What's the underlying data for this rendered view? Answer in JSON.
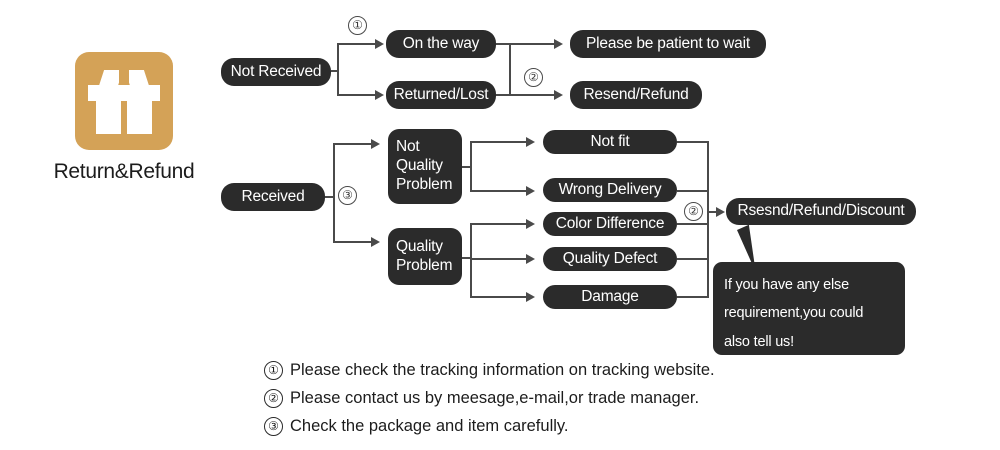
{
  "brand": {
    "label": "Return&Refund",
    "icon": "gift-box-icon",
    "icon_color": "#d4a257"
  },
  "theme": {
    "box_fill": "#2b2b2b",
    "box_text": "#ffffff",
    "connector": "#4a4a4a",
    "background": "#ffffff",
    "accent": "#d4a257"
  },
  "branches": {
    "not_received": {
      "label": "Not Received",
      "marker": "①",
      "options": [
        {
          "label": "On the way",
          "result": "Please be patient to wait"
        },
        {
          "label": "Returned/Lost",
          "result": "Resend/Refund"
        }
      ],
      "result_marker": "②"
    },
    "received": {
      "label": "Received",
      "marker": "③",
      "categories": [
        {
          "label": "Not\nQuality\nProblem",
          "reasons": [
            "Not fit",
            "Wrong Delivery"
          ]
        },
        {
          "label": "Quality\nProblem",
          "reasons": [
            "Color Difference",
            "Quality Defect",
            "Damage"
          ]
        }
      ],
      "result_marker": "②",
      "result": "Rsesnd/Refund/Discount"
    }
  },
  "bubble": {
    "line1": "If you have any else",
    "line2": "requirement,you could",
    "line3": "also tell us!"
  },
  "footnotes": [
    {
      "num": "①",
      "text": "Please check the tracking information on tracking website."
    },
    {
      "num": "②",
      "text": "Please contact us by meesage,e-mail,or trade manager."
    },
    {
      "num": "③",
      "text": "Check the package and item carefully."
    }
  ]
}
